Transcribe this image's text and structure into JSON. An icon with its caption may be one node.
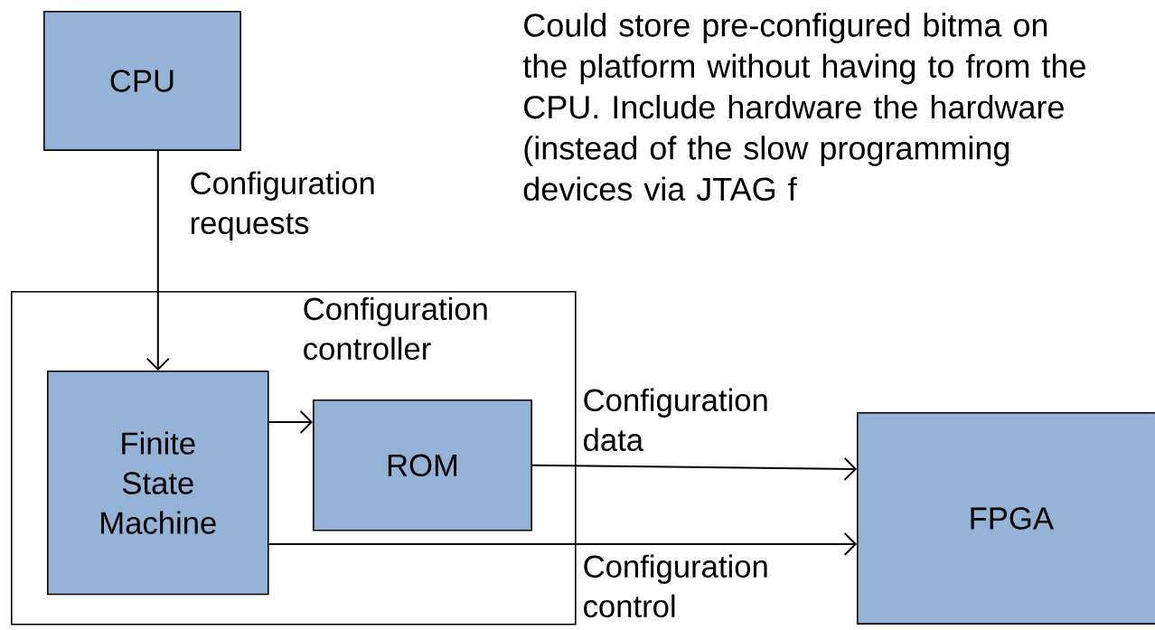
{
  "diagram": {
    "nodes": [
      {
        "text": [
          "CPU"
        ]
      },
      {
        "text": [
          "Configuration controller"
        ]
      },
      {
        "text": [
          "Finite State Machine"
        ],
        "in": 1
      },
      {
        "text": [
          "ROM"
        ],
        "in": 1
      },
      {
        "text": [
          "FPGA"
        ]
      }
    ],
    "edges": [
      {
        "from": 0,
        "to": 2,
        "arrow": "to",
        "label": "Configuration requests"
      },
      {
        "from": 2,
        "to": 3,
        "arrow": "to"
      },
      {
        "from": 3,
        "to": 4,
        "arrow": "to",
        "label": "Configuration data"
      },
      {
        "from": 2,
        "to": 4,
        "arrow": "to",
        "label": "Configuration control"
      }
    ],
    "labels": [
      "Could store pre-configured bitma on the platform without having to from the CPU. Include hardware the hardware (instead of the slow programming devices via JTAG f"
    ]
  }
}
